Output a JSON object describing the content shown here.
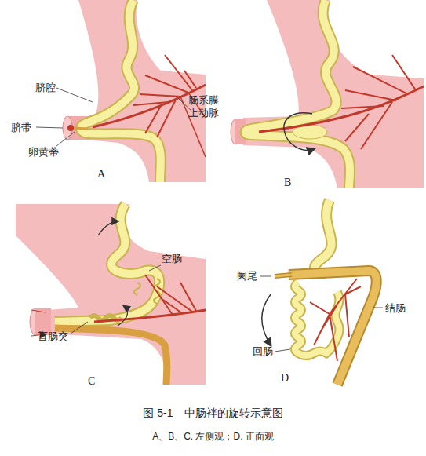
{
  "diagram": {
    "caption": "图 5-1　中肠袢的旋转示意图",
    "labels": [
      "脐腔",
      "脐带",
      "卵黄蒂",
      "肠系膜 上动脉",
      "A",
      "B",
      "空肠",
      "盲肠突",
      "C",
      "阑尾",
      "回肠",
      "结肠",
      "D",
      "A、B、C. 左侧观；D. 正面观"
    ]
  }
}
